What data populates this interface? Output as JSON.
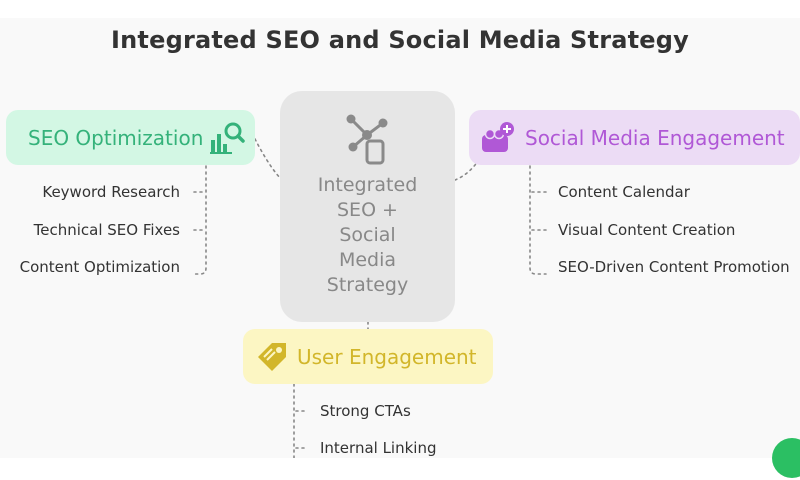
{
  "title": "Integrated SEO and Social Media Strategy",
  "center": {
    "label_lines": [
      "Integrated",
      "SEO +",
      "Social",
      "Media",
      "Strategy"
    ],
    "icon": "network-share-icon"
  },
  "branches": {
    "seo": {
      "label": "SEO Optimization",
      "icon": "chart-search-icon",
      "color": "#34b27a",
      "items": [
        "Keyword Research",
        "Technical SEO Fixes",
        "Content Optimization"
      ]
    },
    "social": {
      "label": "Social Media Engagement",
      "icon": "people-plus-icon",
      "color": "#b058d6",
      "items": [
        "Content Calendar",
        "Visual Content Creation",
        "SEO-Driven Content Promotion"
      ]
    },
    "user": {
      "label": "User Engagement",
      "icon": "tag-icon",
      "color": "#d2b62a",
      "items": [
        "Strong CTAs",
        "Internal Linking"
      ]
    }
  }
}
